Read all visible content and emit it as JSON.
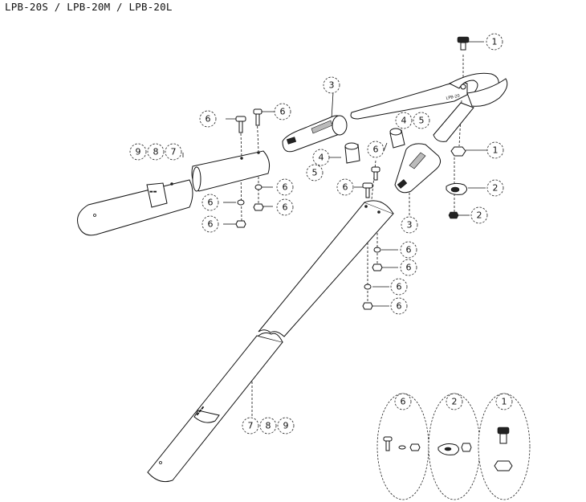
{
  "title": "LPB-20S / LPB-20M / LPB-20L",
  "blade_mark": "LPB-20",
  "callouts": {
    "c1_top": "1",
    "c3_top": "3",
    "c6_a": "6",
    "c6_b": "6",
    "c9": "9",
    "c8": "8",
    "c7": "7",
    "c4_right": "4",
    "c5_right": "5",
    "c4_left": "4",
    "c5_left": "5",
    "c6_mid": "6",
    "c1_nut": "1",
    "c6_l1": "6",
    "c6_l2": "6",
    "c6_l3": "6",
    "c6_l4": "6",
    "c6_c": "6",
    "c2_a": "2",
    "c2_b": "2",
    "c3_low": "3",
    "c6_r1": "6",
    "c6_r2": "6",
    "c6_r3": "6",
    "c6_r4": "6",
    "c7_b": "7",
    "c8_b": "8",
    "c9_b": "9",
    "kit6": "6",
    "kit2": "2",
    "kit1": "1"
  }
}
